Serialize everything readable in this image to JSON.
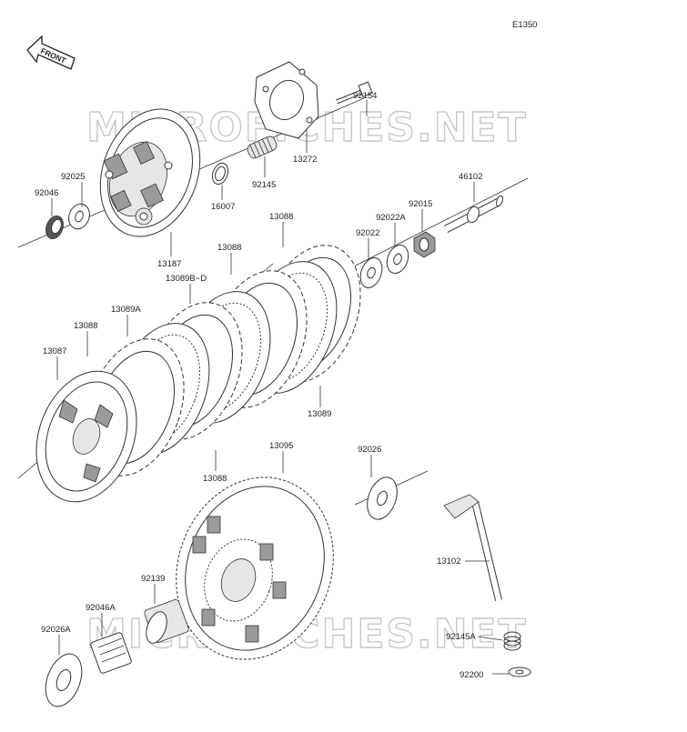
{
  "diagram": {
    "code": "E1350",
    "front_label": "FRONT",
    "watermark": "MICROFICHES.NET",
    "labels": {
      "p92154": "92154",
      "p13272": "13272",
      "p92145": "92145",
      "p16007": "16007",
      "p92025": "92025",
      "p92046": "92046",
      "p13187": "13187",
      "p46102": "46102",
      "p92015": "92015",
      "p92022A": "92022A",
      "p92022": "92022",
      "p13088a": "13088",
      "p13088b": "13088",
      "p13089BD": "13089B~D",
      "p13089A": "13089A",
      "p13088c": "13088",
      "p13087": "13087",
      "p13089": "13089",
      "p13088d": "13088",
      "p13095": "13095",
      "p92026": "92026",
      "p13102": "13102",
      "p92139": "92139",
      "p92046A": "92046A",
      "p92026A": "92026A",
      "p92145A": "92145A",
      "p92200": "92200"
    }
  }
}
